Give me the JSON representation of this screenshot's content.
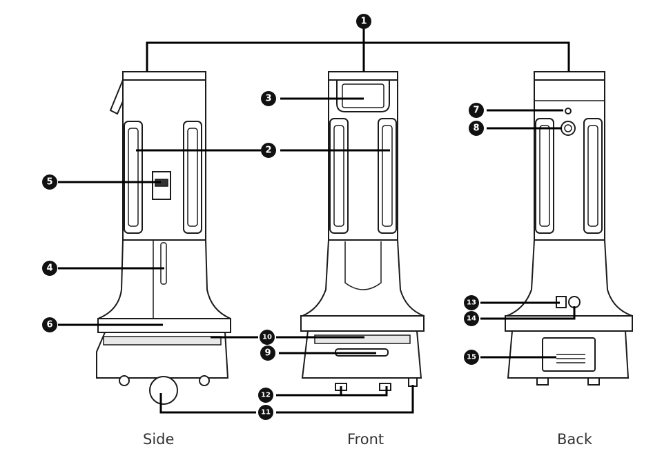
{
  "views": {
    "side": "Side",
    "front": "Front",
    "back": "Back"
  },
  "callouts": [
    "1",
    "2",
    "3",
    "4",
    "5",
    "6",
    "7",
    "8",
    "9",
    "10",
    "11",
    "12",
    "13",
    "14",
    "15"
  ],
  "colors": {
    "outline": "#1a1a1a",
    "fill": "#ffffff",
    "shade": "#e6e6e6",
    "badge": "#111111"
  }
}
